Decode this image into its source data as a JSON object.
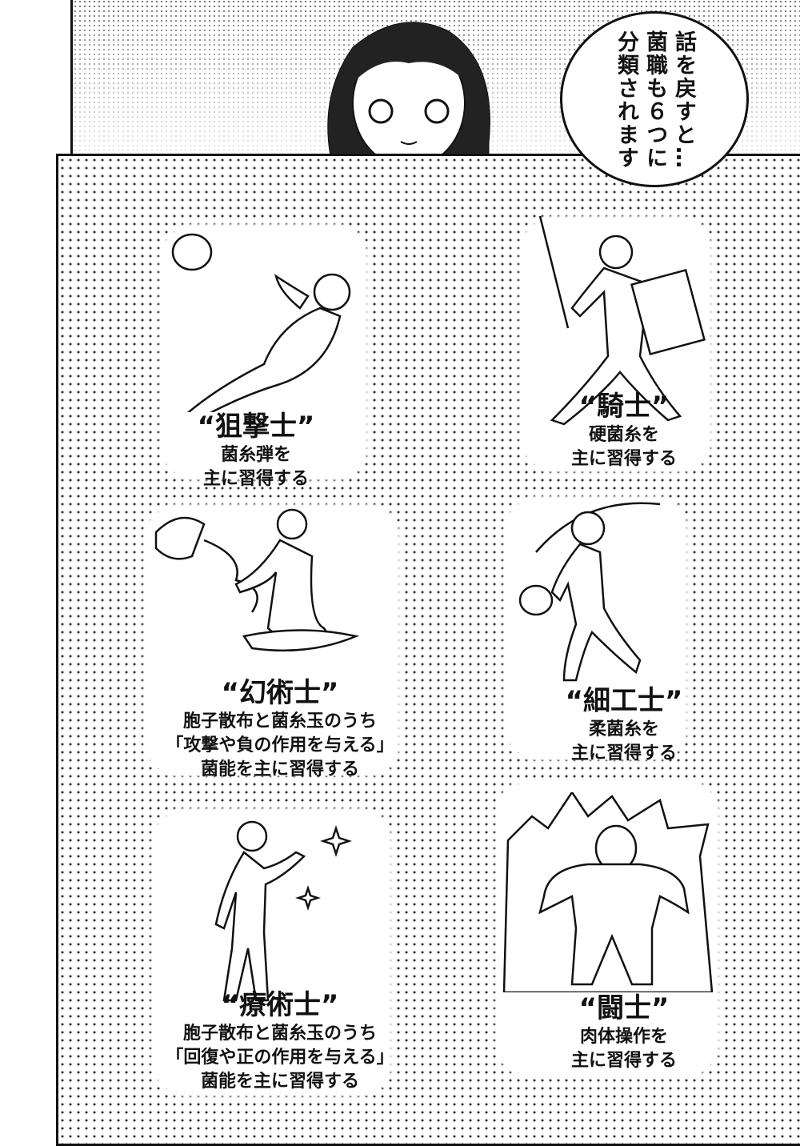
{
  "speech_bubble": {
    "text": "話を戻すと…菌職も６つに分類されます"
  },
  "classes": [
    {
      "name": "“狙撃士”",
      "desc": [
        "菌糸弾を",
        "主に習得する"
      ]
    },
    {
      "name": "“騎士”",
      "desc": [
        "硬菌糸を",
        "主に習得する"
      ]
    },
    {
      "name": "“幻術士”",
      "desc": [
        "胞子散布と菌糸玉のうち",
        "「攻撃や負の作用を与える」",
        "菌能を主に習得する"
      ]
    },
    {
      "name": "“細工士”",
      "desc": [
        "柔菌糸を",
        "主に習得する"
      ]
    },
    {
      "name": "“療術士”",
      "desc": [
        "胞子散布と菌糸玉のうち",
        "「回復や正の作用を与える」",
        "菌能を主に習得する"
      ]
    },
    {
      "name": "“闘士”",
      "desc": [
        "肉体操作を",
        "主に習得する"
      ]
    }
  ]
}
